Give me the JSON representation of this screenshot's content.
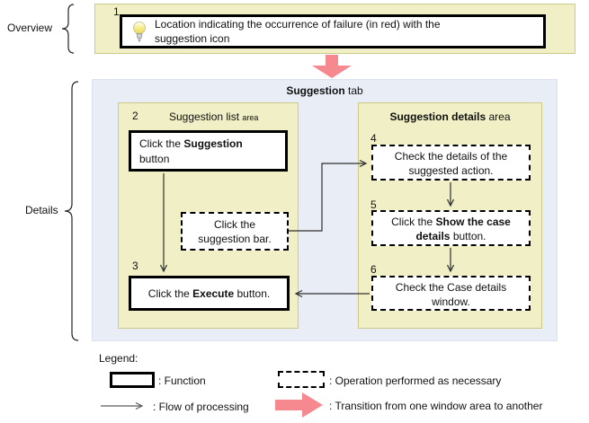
{
  "colors": {
    "area_fill": "#F0EFC5",
    "area_border": "#CBCA8B",
    "tab_fill": "#E9EDF6",
    "tab_border": "#DBE1EE",
    "transition_pink": "#F5898F",
    "arrow_color": "#303030"
  },
  "overview": {
    "label": "Overview",
    "step_number": "1",
    "icon": "lightbulb-icon",
    "text_line1": "Location indicating the occurrence of failure (in red) with the",
    "text_line2": "suggestion icon"
  },
  "details": {
    "label": "Details",
    "tab": {
      "title_bold": "Suggestion",
      "title_rest": " tab"
    },
    "suggestion_list_area": {
      "title": "Suggestion list",
      "title_suffix": "area",
      "step2": {
        "number": "2",
        "line1_pre": "Click the ",
        "line1_bold": "Suggestion",
        "line2": "button"
      },
      "suggestion_bar": {
        "line1": "Click the",
        "line2": "suggestion bar."
      },
      "step3": {
        "number": "3",
        "pre": "Click the ",
        "bold": "Execute",
        "post": " button."
      }
    },
    "suggestion_details_area": {
      "title_bold": "Suggestion details",
      "title_suffix": " area",
      "step4": {
        "number": "4",
        "line1": "Check the details of the",
        "line2": "suggested action."
      },
      "step5": {
        "number": "5",
        "line1_pre": "Click the ",
        "line1_bold": "Show the case",
        "line2_bold": "details",
        "line2_post": " button."
      },
      "step6": {
        "number": "6",
        "line1": "Check the Case details",
        "line2": "window."
      }
    }
  },
  "legend": {
    "title": "Legend:",
    "function_label": ": Function",
    "operation_label": ": Operation performed as necessary",
    "flow_label": ": Flow of processing",
    "transition_label": ": Transition from one window area to another"
  }
}
